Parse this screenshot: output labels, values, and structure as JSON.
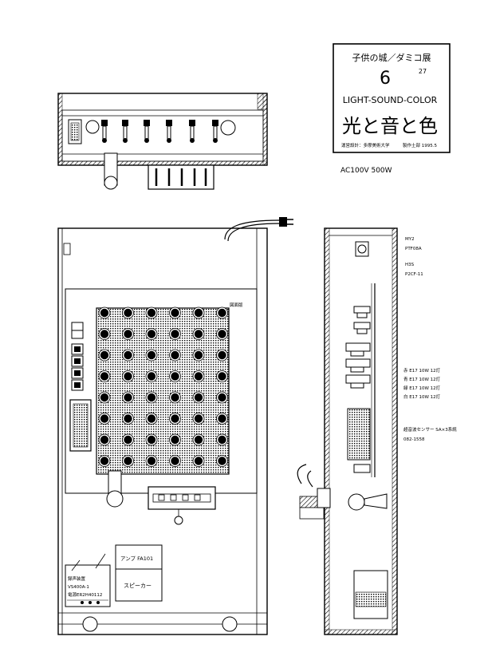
{
  "title_block": {
    "title": "子供の城／ダミコ展",
    "number": "6",
    "sub_number": "27",
    "subtitle": "LIGHT-SOUND-COLOR",
    "title_jp": "光と音と色",
    "footer_left": "運営設計：多摩美術大学",
    "footer_right": "製作土部 1995.5"
  },
  "power_label": "AC100V  500W",
  "top_view": {},
  "front_view": {
    "board_label": "図面版",
    "amp_label": "アンプ  FA101",
    "speaker_label": "スピーカー",
    "recorder_lines": [
      "録声装置",
      "VS400A-1",
      "電源ER2H40112"
    ]
  },
  "side_view": {
    "spec_lines": [
      "MY2",
      "PTF08A",
      "",
      "H3S",
      "P2CF-11"
    ],
    "lamp_lines": [
      "赤  E17  10W  12灯",
      "青  E17  10W  12灯",
      "緑  E17  10W  12灯",
      "白  E17  10W  12灯"
    ],
    "sensor_lines": [
      "超音波センサー  SA×3系統",
      "082-1558"
    ]
  },
  "colors": {
    "ink": "#000000",
    "paper": "#ffffff"
  }
}
